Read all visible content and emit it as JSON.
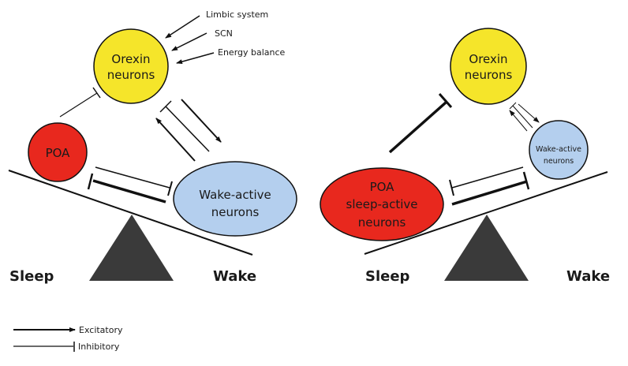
{
  "colors": {
    "orexin": "#f5e52a",
    "poa": "#e8281e",
    "wake_active": "#b4cfee",
    "fulcrum": "#3a3a3a"
  },
  "left_panel": {
    "orexin": [
      "Orexin",
      "neurons"
    ],
    "poa": "POA",
    "wake_active": [
      "Wake-active",
      "neurons"
    ],
    "inputs": [
      "Limbic system",
      "SCN",
      "Energy balance"
    ],
    "sleep": "Sleep",
    "wake": "Wake"
  },
  "right_panel": {
    "orexin": [
      "Orexin",
      "neurons"
    ],
    "poa": [
      "POA",
      "sleep-active",
      "neurons"
    ],
    "wake_active": [
      "Wake-active",
      "neurons"
    ],
    "sleep": "Sleep",
    "wake": "Wake"
  },
  "legend": {
    "excitatory": "Excitatory",
    "inhibitory": "Inhibitory"
  }
}
